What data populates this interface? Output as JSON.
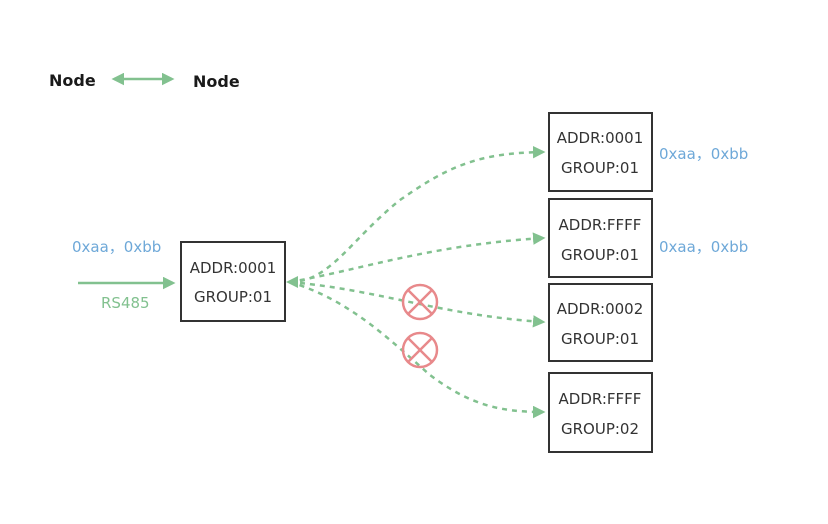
{
  "colors": {
    "link": "#82c18f",
    "data_text": "#6ea8d8",
    "input_label": "#82c18f",
    "blocked": "#e8898b",
    "node_border": "#333333"
  },
  "legend": {
    "left_label": "Node",
    "right_label": "Node",
    "arrow_icon": "double-arrow"
  },
  "input": {
    "data": "0xaa，0xbb",
    "bus_label": "RS485"
  },
  "source_node": {
    "addr": "ADDR:0001",
    "group": "GROUP:01"
  },
  "targets": [
    {
      "addr": "ADDR:0001",
      "group": "GROUP:01",
      "data": "0xaa，0xbb",
      "blocked": false
    },
    {
      "addr": "ADDR:FFFF",
      "group": "GROUP:01",
      "data": "0xaa，0xbb",
      "blocked": false
    },
    {
      "addr": "ADDR:0002",
      "group": "GROUP:01",
      "data": "",
      "blocked": true
    },
    {
      "addr": "ADDR:FFFF",
      "group": "GROUP:02",
      "data": "",
      "blocked": true
    }
  ]
}
